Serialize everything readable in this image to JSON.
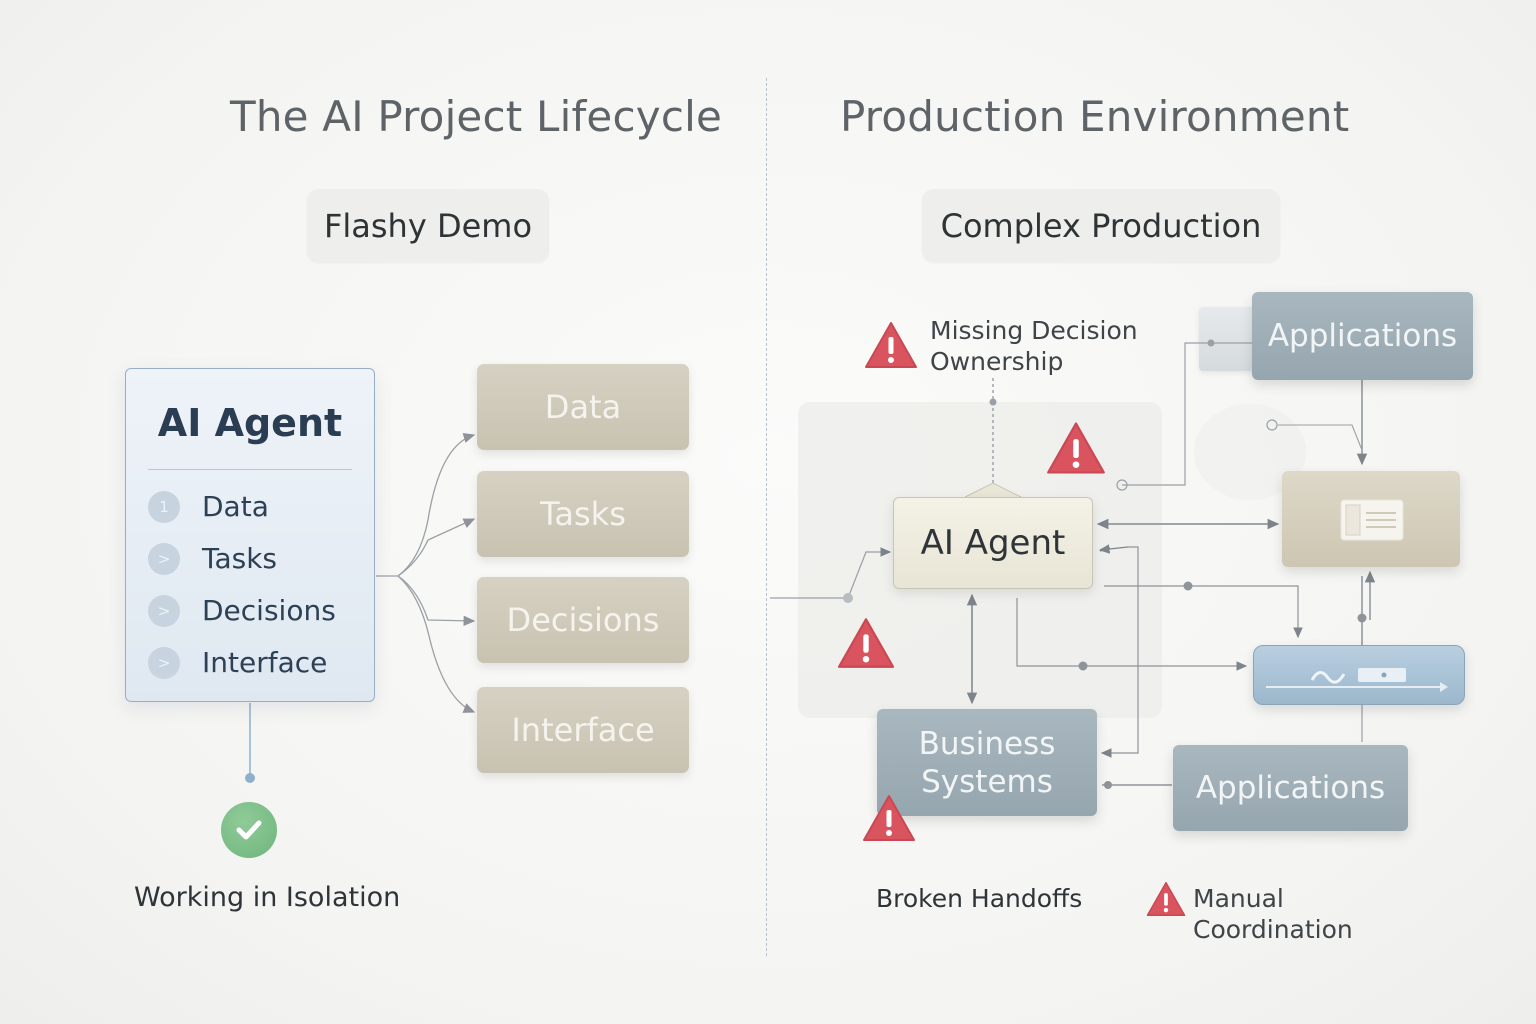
{
  "left": {
    "title": "The AI Project Lifecycle",
    "pill": "Flashy Demo",
    "agent": {
      "title": "AI Agent",
      "items": [
        {
          "bullet": "1",
          "label": "Data"
        },
        {
          "bullet": ">",
          "label": "Tasks"
        },
        {
          "bullet": ">",
          "label": "Decisions"
        },
        {
          "bullet": ">",
          "label": "Interface"
        }
      ]
    },
    "outputs": [
      "Data",
      "Tasks",
      "Decisions",
      "Interface"
    ],
    "status_caption": "Working in Isolation",
    "status_icon": "check-icon"
  },
  "right": {
    "title": "Production Environment",
    "pill": "Complex Production",
    "missing_label_line1": "Missing Decision",
    "missing_label_line2": "Ownership",
    "agent_label": "AI Agent",
    "applications_top": "Applications",
    "business_line1": "Business",
    "business_line2": "Systems",
    "applications_bottom": "Applications",
    "caption_broken": "Broken Handoffs",
    "caption_manual_line1": "Manual",
    "caption_manual_line2": "Coordination",
    "warning_icon": "warning-triangle-icon"
  },
  "colors": {
    "warning": "#d9545f",
    "success": "#74b882",
    "agent_panel_border": "#98aec4",
    "tan": "#cdc7b6",
    "slate": "#9eadb5"
  }
}
